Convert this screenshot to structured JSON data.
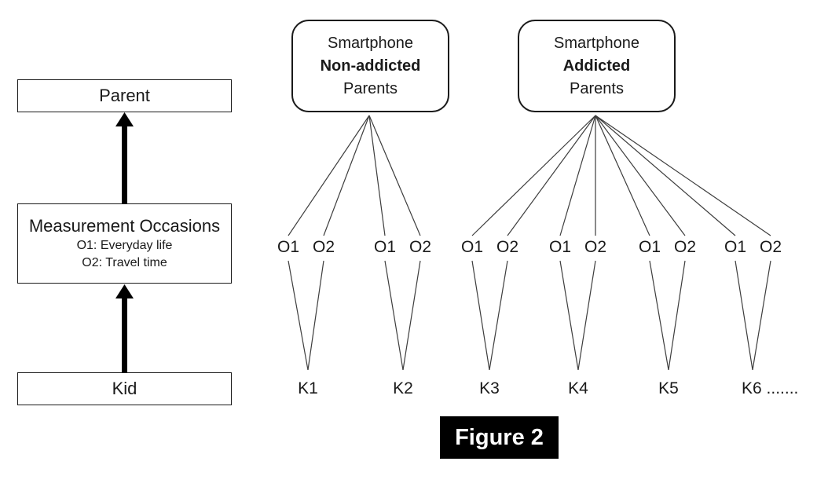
{
  "figure": {
    "caption": "Figure 2"
  },
  "left_flow": {
    "parent": "Parent",
    "measurement": {
      "title": "Measurement Occasions",
      "sub1": "O1: Everyday life",
      "sub2": "O2: Travel time"
    },
    "kid": "Kid"
  },
  "groups": [
    {
      "line1": "Smartphone",
      "line2": "Non-addicted",
      "line3": "Parents"
    },
    {
      "line1": "Smartphone",
      "line2": "Addicted",
      "line3": "Parents"
    }
  ],
  "kids": [
    {
      "label": "K1",
      "o1": "O1",
      "o2": "O2"
    },
    {
      "label": "K2",
      "o1": "O1",
      "o2": "O2"
    },
    {
      "label": "K3",
      "o1": "O1",
      "o2": "O2"
    },
    {
      "label": "K4",
      "o1": "O1",
      "o2": "O2"
    },
    {
      "label": "K5",
      "o1": "O1",
      "o2": "O2"
    },
    {
      "label": "K6 .......",
      "o1": "O1",
      "o2": "O2"
    }
  ],
  "colors": {
    "ink": "#1a1a1a",
    "connector_line": "#3d3d3d",
    "arrow_fill": "#000000",
    "caption_bg": "#000000",
    "caption_text": "#ffffff",
    "background": "#ffffff"
  }
}
